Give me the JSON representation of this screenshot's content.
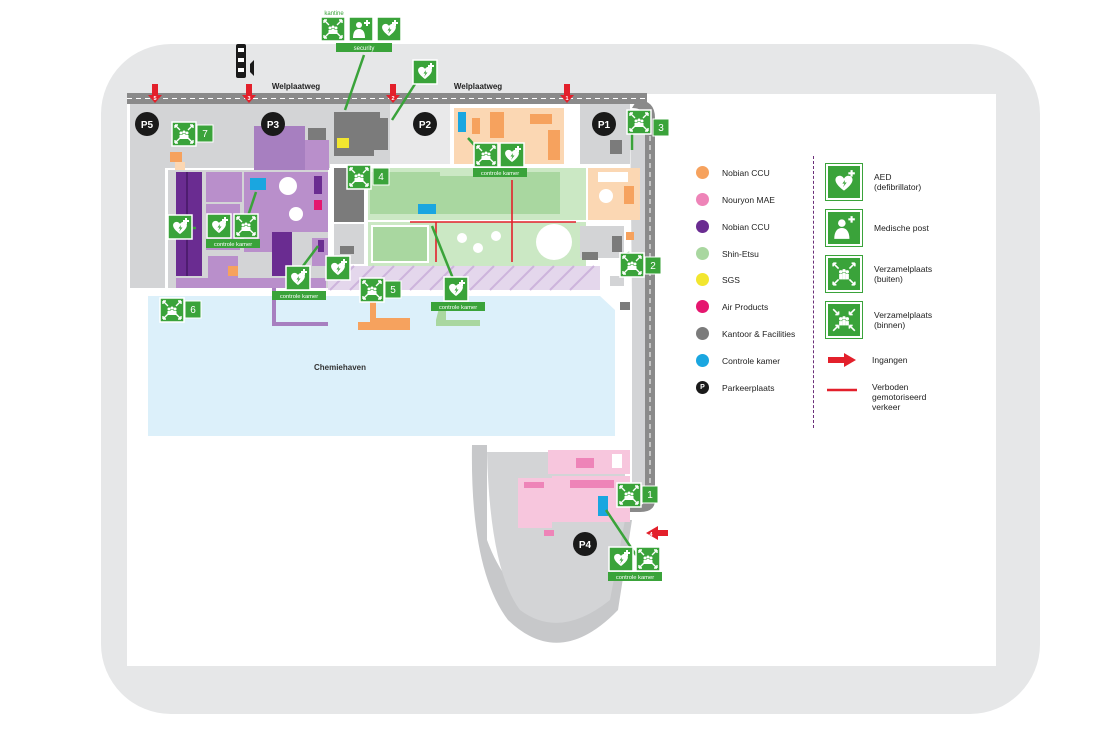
{
  "roads": {
    "top_left": "Welplaatweg",
    "top_right": "Welplaatweg"
  },
  "parking": {
    "p1": "P1",
    "p2": "P2",
    "p3": "P3",
    "p4": "P4",
    "p5": "P5"
  },
  "entrances": {
    "e1": "1",
    "e2": "2",
    "e3": "3",
    "e4": "4",
    "e5": "5"
  },
  "assembly_numbers": {
    "a1": "1",
    "a2": "2",
    "a3": "3",
    "a4": "4",
    "a5": "5",
    "a6": "6",
    "a7": "7"
  },
  "labels": {
    "kantine": "kantine",
    "security": "security",
    "controle_kamer": "controle kamer",
    "water": "Chemiehaven"
  },
  "legend": {
    "colors": [
      {
        "label": "Nobian CCU",
        "color": "#f6a25e"
      },
      {
        "label": "Nouryon MAE",
        "color": "#ee84b8"
      },
      {
        "label": "Nobian CCU",
        "color": "#6a2c91"
      },
      {
        "label": "Shin-Etsu",
        "color": "#a9d7a0"
      },
      {
        "label": "SGS",
        "color": "#f2e62f"
      },
      {
        "label": "Air Products",
        "color": "#e5166f"
      },
      {
        "label": "Kantoor & Facilities",
        "color": "#7b7b7b"
      },
      {
        "label": "Controle kamer",
        "color": "#1aa6e0"
      }
    ],
    "parking": {
      "symbol": "P",
      "label": "Parkeerplaats"
    },
    "icons": [
      {
        "icon": "aed-icon",
        "label_line1": "AED",
        "label_line2": "(defibrillator)"
      },
      {
        "icon": "medical-post-icon",
        "label_line1": "Medische post",
        "label_line2": ""
      },
      {
        "icon": "assembly-outside-icon",
        "label_line1": "Verzamelplaats",
        "label_line2": "(buiten)"
      },
      {
        "icon": "assembly-inside-icon",
        "label_line1": "Verzamelplaats",
        "label_line2": "(binnen)"
      }
    ],
    "entrances_label": "Ingangen",
    "forbidden_line1": "Verboden",
    "forbidden_line2": "gemotoriseerd",
    "forbidden_line3": "verkeer"
  },
  "colors": {
    "frame": "#e6e7e8",
    "road": "#8a8a8a",
    "pavement": "#d3d4d6",
    "water": "#dcf0fa",
    "green_icon": "#3aa33a",
    "arrow_red": "#e3202b",
    "purple": "#6a2c91",
    "light_purple": "#b98fcb",
    "orange": "#f6a25e",
    "light_orange": "#fbd7b3",
    "pink": "#f7c6dd",
    "green_area": "#cbe8c4"
  }
}
